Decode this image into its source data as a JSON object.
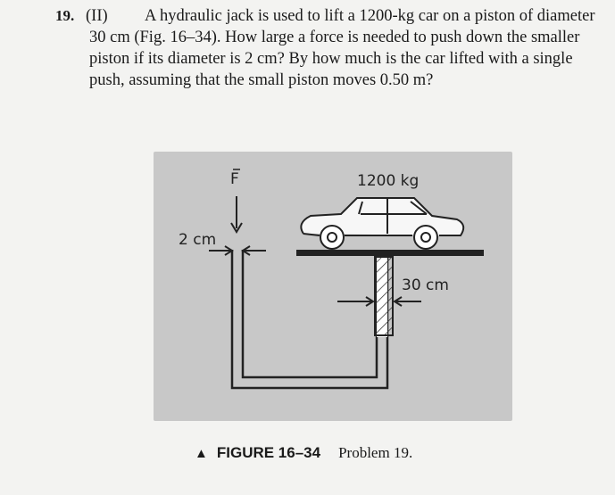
{
  "problem": {
    "number": "19.",
    "tag": "(II)",
    "text": "A hydraulic jack is used to lift a 1200-kg car on a piston of diameter 30 cm (Fig. 16–34). How large a force is needed to push down the smaller piston if its diameter is 2 cm? By how much is the car lifted with a single push, assuming that the small piston moves 0.50 m?"
  },
  "figure": {
    "force_label": "F",
    "mass_label": "1200 kg",
    "small_diameter_label": "2 cm",
    "large_diameter_label": "30 cm"
  },
  "caption": {
    "figure_label": "FIGURE 16–34",
    "problem_label": "Problem 19."
  }
}
